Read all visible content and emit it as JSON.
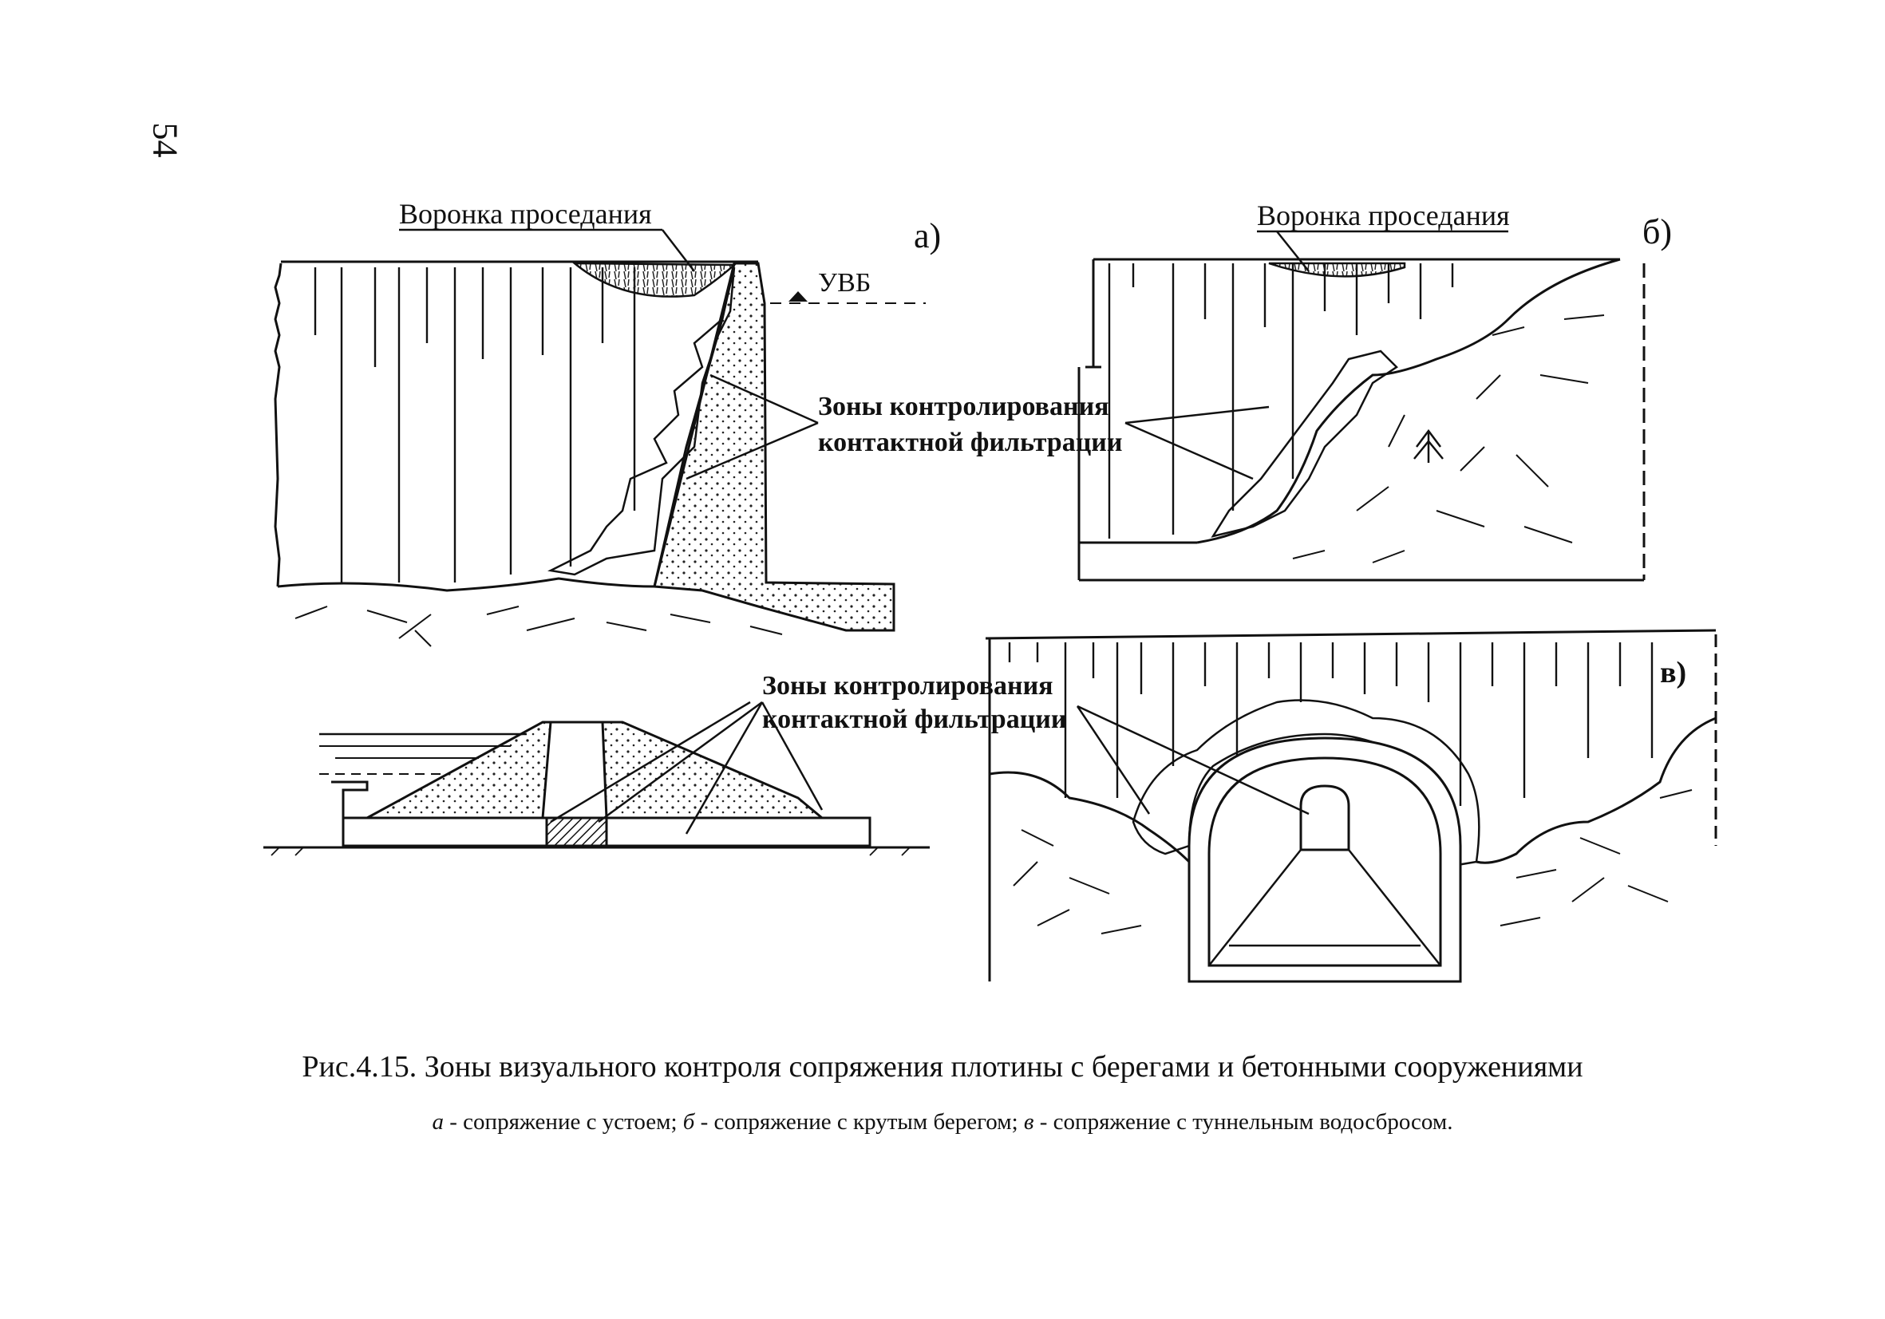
{
  "page": {
    "number": "54"
  },
  "panel_a": {
    "marker": "а)",
    "sinkhole_label": "Воронка проседания",
    "water_level_label": "УВБ",
    "zones_line1": "Зоны контролирования",
    "zones_line2": "контактной фильтрации"
  },
  "panel_b": {
    "marker": "б)",
    "sinkhole_label": "Воронка проседания"
  },
  "panel_c": {
    "marker": "в)",
    "zones_line1": "Зоны контролирования",
    "zones_line2": "контактной фильтрации"
  },
  "caption": {
    "title": "Рис.4.15. Зоны визуального контроля сопряжения плотины с берегами и бетонными сооружениями",
    "legend_a_key": "а",
    "legend_a_text": " - сопряжение с устоем; ",
    "legend_b_key": "б",
    "legend_b_text": " - сопряжение с крутым берегом; ",
    "legend_c_key": "в",
    "legend_c_text": " - сопряжение с туннельным водосбросом."
  }
}
